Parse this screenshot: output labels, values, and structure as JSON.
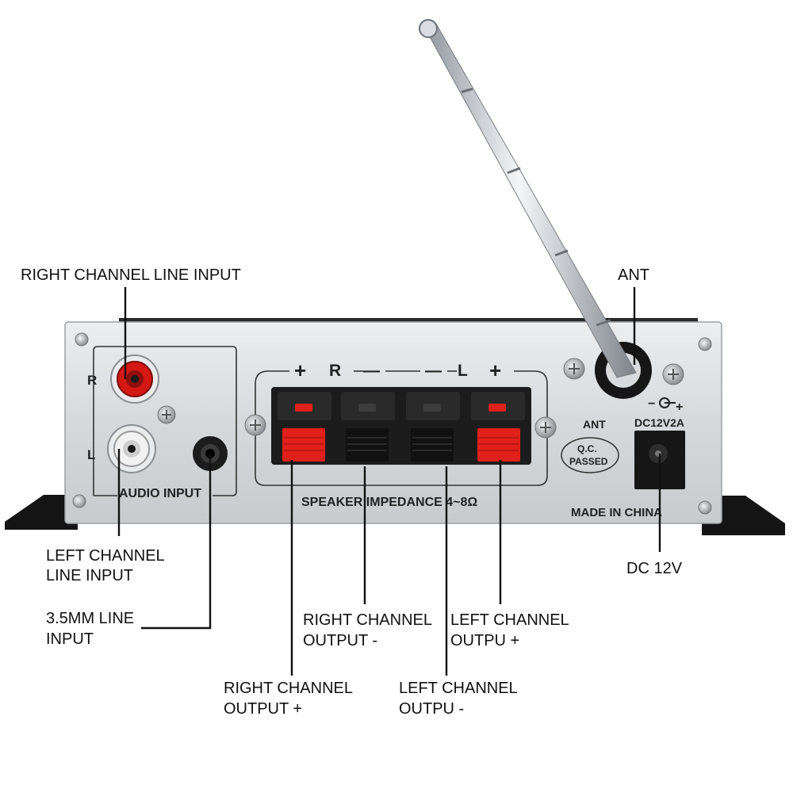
{
  "colors": {
    "background": "#ffffff",
    "panel": "#dcdde0",
    "terminal_body": "#1c1c1c",
    "red_terminal": "#e0201a",
    "rca_red": "#d41814",
    "rca_white": "#f2f2f2",
    "antenna": "#c9cdd2"
  },
  "panel": {
    "r_label": "R",
    "l_label": "L",
    "audio_input_label": "AUDIO INPUT",
    "terminal_header": {
      "plus_right": "+",
      "r": "R",
      "minus_right": "—",
      "minus_left": "—",
      "l": "L",
      "plus_left": "+"
    },
    "speaker_impedance": "SPEAKER IMPEDANCE 4~8Ω",
    "ant_label": "ANT",
    "qc_line1": "Q.C.",
    "qc_line2": "PASSED",
    "dc_rating": "DC12V2A",
    "polarity_minus": "−",
    "polarity_plus": "+",
    "made_in": "MADE IN CHINA"
  },
  "callouts": {
    "right_channel_line_input": "RIGHT CHANNEL LINE INPUT",
    "ant": "ANT",
    "left_channel_line_input": [
      "LEFT CHANNEL",
      "LINE INPUT"
    ],
    "mm_line_input": [
      "3.5MM LINE",
      "INPUT"
    ],
    "dc_12v": "DC 12V",
    "right_channel_output_minus": [
      "RIGHT CHANNEL",
      "OUTPUT -"
    ],
    "left_channel_output_plus": [
      "LEFT CHANNEL",
      "OUTPU +"
    ],
    "right_channel_output_plus": [
      "RIGHT CHANNEL",
      "OUTPUT +"
    ],
    "left_channel_output_minus": [
      "LEFT CHANNEL",
      "OUTPU -"
    ]
  }
}
